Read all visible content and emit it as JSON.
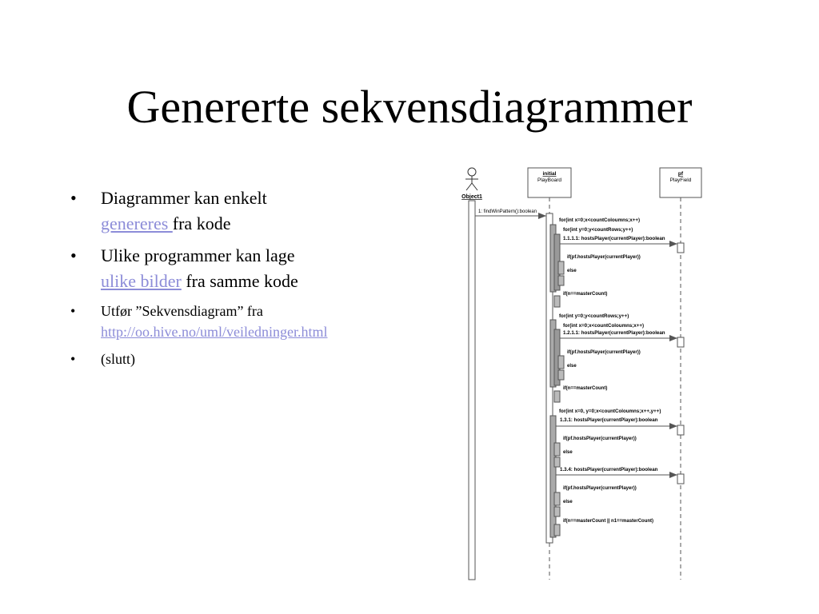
{
  "slide": {
    "title": "Genererte sekvensdiagrammer",
    "bullet_char": "•",
    "bullets": [
      {
        "text_before": "Diagrammer kan enkelt",
        "link": "genereres ",
        "text_after": "fra kode"
      },
      {
        "text_before": "Ulike programmer kan lage",
        "link": "ulike bilder",
        "text_after": " fra samme kode"
      },
      {
        "text_before": "Utfør ”Sekvensdiagram” fra",
        "link": "http://oo.hive.no/uml/veiledninger.html",
        "text_after": ""
      },
      {
        "text_before": "(slutt)",
        "link": "",
        "text_after": ""
      }
    ],
    "link_color": "#8c8cd8"
  },
  "diagram": {
    "actor": {
      "name": "Object1"
    },
    "lifelines": [
      {
        "instance": "initial",
        "class": "PlayBoard"
      },
      {
        "instance": "pf",
        "class": "PlayField"
      }
    ],
    "messages": {
      "call": "1: findWinPattern():boolean",
      "loop1": "for(int x=0;x<countColoumns;x++)",
      "loop1_inner": "for(int y=0;y<countRows;y++)",
      "msg_1111": "1.1.1.1: hostsPlayer(currentPlayer):boolean",
      "if_a": "if(pf.hostsPlayer(currentPlayer))",
      "else_a": "else",
      "if_b": "if(n==masterCount)",
      "loop2": "for(int y=0;y<countRows;y++)",
      "loop2_inner": "for(int x=0;x<countColoumns;x++)",
      "msg_1211": "1.2.1.1: hostsPlayer(currentPlayer):boolean",
      "if_c": "if(pf.hostsPlayer(currentPlayer))",
      "else_c": "else",
      "if_d": "if(n==masterCount)",
      "loop3": "for(int x=0, y=0;x<countColoumns;x++,y++)",
      "msg_131": "1.3.1: hostsPlayer(currentPlayer):boolean",
      "if_e": "if(pf.hostsPlayer(currentPlayer))",
      "else_e": "else",
      "msg_134": "1.3.4: hostsPlayer(currentPlayer):boolean",
      "if_f": "if(pf.hostsPlayer(currentPlayer))",
      "else_f": "else",
      "if_g": "if(n==masterCount || n1==masterCount)"
    }
  }
}
